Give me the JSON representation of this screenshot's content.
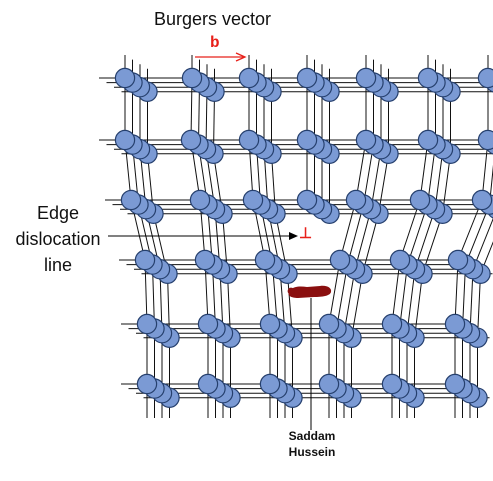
{
  "diagram": {
    "title": "Burgers vector",
    "burgers_symbol": "b",
    "edge_label": [
      "Edge",
      "dislocation",
      "line"
    ],
    "dislocation_symbol": "⊥",
    "person_label": [
      "Saddam",
      "Hussein"
    ],
    "colors": {
      "atom_fill": "#7b9ad4",
      "atom_stroke": "#26406e",
      "bond": "#111111",
      "burgers_arrow": "#e8201a",
      "figure": "#8a0f0f"
    },
    "lattice": {
      "columns": 7,
      "rows": 6,
      "depth_layers": 4,
      "extra_half_plane": "center column, top three rows"
    }
  }
}
